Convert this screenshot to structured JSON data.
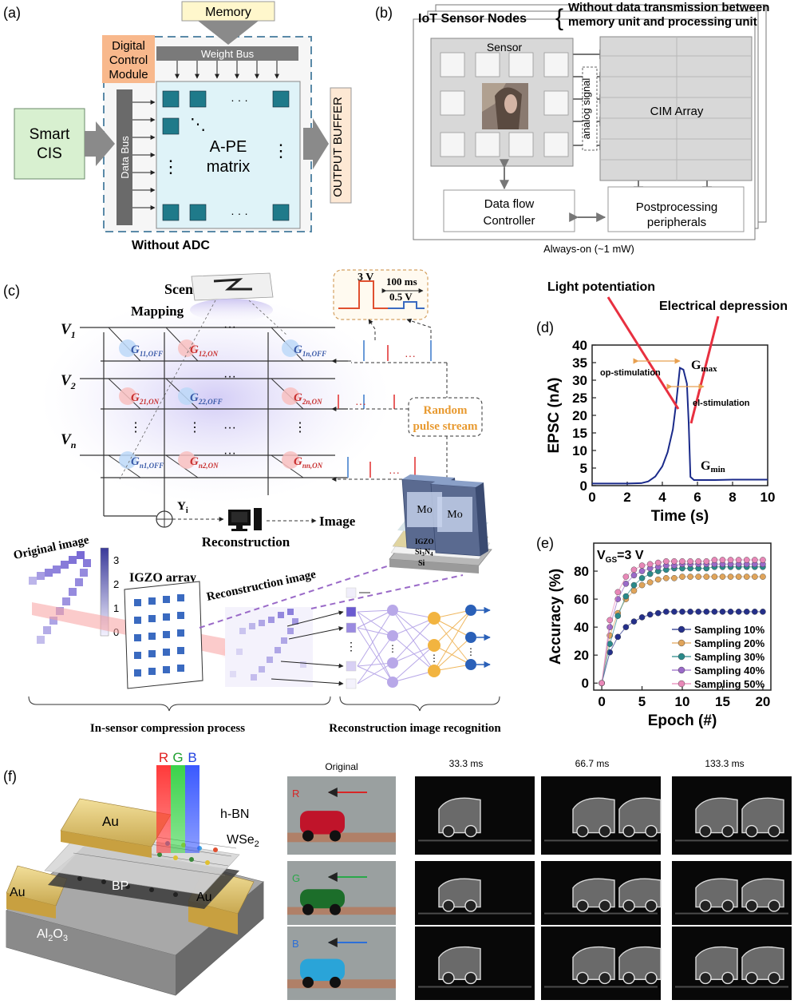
{
  "panel_labels": {
    "a": "(a)",
    "b": "(b)",
    "c": "(c)",
    "d": "(d)",
    "e": "(e)",
    "f": "(f)"
  },
  "panel_a": {
    "memory": "Memory",
    "weight_bus": "Weight Bus",
    "digital_control_1": "Digital",
    "digital_control_2": "Control",
    "digital_control_3": "Module",
    "smart_cis_1": "Smart",
    "smart_cis_2": "CIS",
    "data_bus": "Data Bus",
    "ape_1": "A-PE",
    "ape_2": "matrix",
    "output_buffer": "OUTPUT BUFFER",
    "without_adc": "Without ADC",
    "dots_h": "· · ·",
    "dots_v": "⋮",
    "dots_diag": "⋱",
    "accent": "#2a7f8a"
  },
  "panel_b": {
    "iot": "IoT Sensor Nodes",
    "brace": "{",
    "note_1": "Without data transmission between",
    "note_2": "memory unit and processing unit",
    "sensor": "Sensor",
    "analog": "analog signal",
    "cim": "CIM Array",
    "dfc_1": "Data flow",
    "dfc_2": "Controller",
    "post_1": "Postprocessing",
    "post_2": "peripherals",
    "always_on": "Always-on (~1 mW)"
  },
  "panel_c": {
    "scene": "Scene",
    "mapping": "Mapping",
    "v1": "V",
    "v1_sub": "1",
    "v2": "V",
    "v2_sub": "2",
    "vn": "V",
    "vn_sub": "n",
    "pulse_3v": "3 V",
    "pulse_100ms": "100 ms",
    "pulse_05v": "0.5 V",
    "random_1": "Random",
    "random_2": "pulse stream",
    "g11": "11,OFF",
    "g12": "12,ON",
    "g1n": "1n,OFF",
    "g21": "21,ON",
    "g22": "22,OFF",
    "g2n": "2n,ON",
    "gn1": "n1,OFF",
    "gn2": "n2,ON",
    "gnn": "nn,ON",
    "g": "G",
    "yi": "Y",
    "yi_sub": "i",
    "reconstruction": "Reconstruction",
    "image": "Image",
    "original_image": "Original image",
    "igzo_array": "IGZO array",
    "recon_image": "Reconstruction image",
    "cbar": [
      "3",
      "2",
      "1",
      "0"
    ],
    "mo": "Mo",
    "igzo": "IGZO",
    "sin": "Si",
    "sin_sub": "3",
    "sin_n": "N",
    "sin_sub2": "4",
    "si": "Si",
    "in_sensor": "In-sensor compression process",
    "recog": "Reconstruction image recognition",
    "dots": "···"
  },
  "panel_d": {
    "light_pot": "Light potentiation",
    "elec_dep": "Electrical depression",
    "op_stim": "op-stimulation",
    "el_stim": "el-stimulation",
    "gmax": "G",
    "gmax_sub": "max",
    "gmin": "G",
    "gmin_sub": "min"
  },
  "panel_e": {
    "vgs": "V",
    "vgs_sub": "GS",
    "vgs_val": "=3 V"
  },
  "panel_f": {
    "r": "R",
    "g": "G",
    "b": "B",
    "au": "Au",
    "hbn": "h-BN",
    "wse": "WSe",
    "wse_sub": "2",
    "bp": "BP",
    "al2o3": "Al",
    "al_sub": "2",
    "al_o": "O",
    "al_sub2": "3",
    "col_headers": [
      "Original",
      "33.3 ms",
      "66.7 ms",
      "133.3 ms"
    ],
    "rows": [
      {
        "label": "R",
        "color": "#d82626",
        "car": "#c0142a"
      },
      {
        "label": "G",
        "color": "#2aa84a",
        "car": "#1c6e2a"
      },
      {
        "label": "B",
        "color": "#2c6fd8",
        "car": "#2aa4d8"
      }
    ]
  },
  "chart_data": [
    {
      "type": "line",
      "panel": "d",
      "xlabel": "Time (s)",
      "ylabel": "EPSC (nA)",
      "xlim": [
        0,
        10
      ],
      "ylim": [
        0,
        40
      ],
      "xticks": [
        0,
        2,
        4,
        6,
        8,
        10
      ],
      "yticks": [
        0,
        5,
        10,
        15,
        20,
        25,
        30,
        35,
        40
      ],
      "series": [
        {
          "color": "#1a2a8a",
          "x": [
            0,
            1,
            2,
            2.8,
            3.2,
            3.6,
            4.0,
            4.3,
            4.6,
            4.8,
            5.0,
            5.2,
            5.4,
            5.5,
            5.6,
            5.8,
            6,
            7,
            8,
            9,
            10
          ],
          "y": [
            0.6,
            0.6,
            0.6,
            0.7,
            1.2,
            2.6,
            5.5,
            9.5,
            16,
            24,
            33.5,
            33,
            29,
            18,
            2.5,
            1.6,
            1.6,
            1.6,
            1.7,
            1.7,
            1.7
          ]
        }
      ]
    },
    {
      "type": "scatter",
      "panel": "e",
      "xlabel": "Epoch (#)",
      "ylabel": "Accuracy (%)",
      "xlim": [
        -1,
        21
      ],
      "ylim": [
        -5,
        100
      ],
      "xticks": [
        0,
        5,
        10,
        15,
        20
      ],
      "yticks": [
        0,
        20,
        40,
        60,
        80
      ],
      "legend": "bottom-right",
      "series": [
        {
          "name": "Sampling 10%",
          "color": "#25308a",
          "y": [
            0,
            22,
            33,
            40,
            44,
            47,
            49,
            50,
            51,
            51,
            51,
            51,
            51,
            51,
            51,
            51,
            51,
            51,
            51,
            51,
            51
          ]
        },
        {
          "name": "Sampling 20%",
          "color": "#e0a45a",
          "y": [
            0,
            34,
            50,
            60,
            66,
            70,
            72,
            74,
            75,
            75,
            76,
            76,
            76,
            76,
            76,
            76,
            76,
            76,
            76,
            76,
            76
          ]
        },
        {
          "name": "Sampling 30%",
          "color": "#2a8a8a",
          "y": [
            0,
            28,
            48,
            62,
            70,
            75,
            78,
            80,
            81,
            82,
            82,
            82,
            82,
            82,
            83,
            83,
            83,
            83,
            83,
            83,
            83
          ]
        },
        {
          "name": "Sampling 40%",
          "color": "#9a6ac8",
          "y": [
            0,
            40,
            60,
            71,
            77,
            80,
            82,
            83,
            84,
            84,
            85,
            85,
            85,
            85,
            85,
            85,
            85,
            85,
            85,
            85,
            85
          ]
        },
        {
          "name": "Sampling 50%",
          "color": "#e888b8",
          "y": [
            0,
            45,
            65,
            76,
            81,
            84,
            85,
            86,
            87,
            87,
            87,
            87,
            87,
            87,
            88,
            88,
            88,
            88,
            88,
            88,
            88
          ]
        }
      ]
    }
  ]
}
